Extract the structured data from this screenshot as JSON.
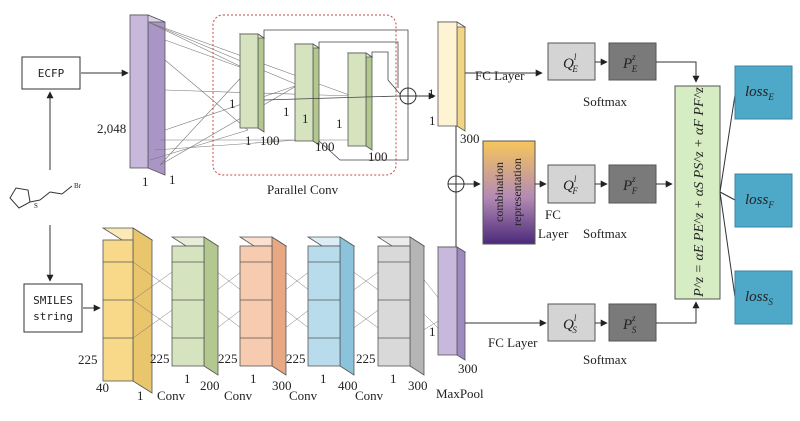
{
  "inputs": {
    "ecfp": "ECFP",
    "smiles_line1": "SMILES",
    "smiles_line2": "string",
    "molecule_label": "Br"
  },
  "top_branch": {
    "dim_2048": "2,048",
    "one_a": "1",
    "one_b": "1",
    "parallel_label": "Parallel Conv",
    "conv_blocks": [
      {
        "one": "1",
        "n": "100"
      },
      {
        "one": "1",
        "n": "100"
      },
      {
        "one": "1",
        "n": "100"
      }
    ],
    "one_left": "1",
    "one_mid": "1",
    "pool_1": "1",
    "pool_1b": "1",
    "pool_300": "300",
    "fc_label": "FC Layer"
  },
  "bottom_branch": {
    "dim_225_in": "225",
    "dim_40": "40",
    "dim_1_in": "1",
    "convs": [
      {
        "dim225": "225",
        "one": "1",
        "n": "200",
        "label": "Conv"
      },
      {
        "dim225": "225",
        "one": "1",
        "n": "300",
        "label": "Conv"
      },
      {
        "dim225": "225",
        "one": "1",
        "n": "400",
        "label": "Conv"
      },
      {
        "dim225": "225",
        "one": "1",
        "n": "300",
        "label": "Conv"
      }
    ],
    "maxpool": "MaxPool",
    "pool_1": "1",
    "pool_300": "300",
    "fc_label": "FC Layer"
  },
  "combination": {
    "label_line1": "combination",
    "label_line2": "representation",
    "fc_line1": "FC",
    "fc_line2": "Layer"
  },
  "heads": {
    "qe": "Q",
    "qe_sup": "l",
    "qe_sub": "E",
    "pe": "P",
    "pe_sup": "z",
    "pe_sub": "E",
    "qf": "Q",
    "qf_sup": "l",
    "qf_sub": "F",
    "pf": "P",
    "pf_sup": "z",
    "pf_sub": "F",
    "qs": "Q",
    "qs_sup": "l",
    "qs_sub": "S",
    "ps": "P",
    "ps_sup": "z",
    "ps_sub": "S",
    "softmax_top": "Softmax",
    "softmax_mid": "Softmax",
    "softmax_bot": "Softmax"
  },
  "fusion": {
    "formula": "P^z = αE PE^z + αS PS^z + αF PF^z"
  },
  "losses": {
    "loss_e": "loss",
    "loss_e_sub": "E",
    "loss_f": "loss",
    "loss_f_sub": "F",
    "loss_s": "loss",
    "loss_s_sub": "S"
  },
  "colors": {
    "purple": "#c7b8dc",
    "green": "#d5e3bf",
    "orange": "#f7cbb0",
    "blue": "#b9dced",
    "gray": "#d9d9d9",
    "yellow": "#fde3a0",
    "lightyellow": "#fef3d2",
    "teal": "#4ea8c8",
    "formula_green": "#d6edc3",
    "q_gray": "#d4d4d4",
    "p_gray": "#7a7a7a",
    "dashed_red": "#cc4444"
  }
}
